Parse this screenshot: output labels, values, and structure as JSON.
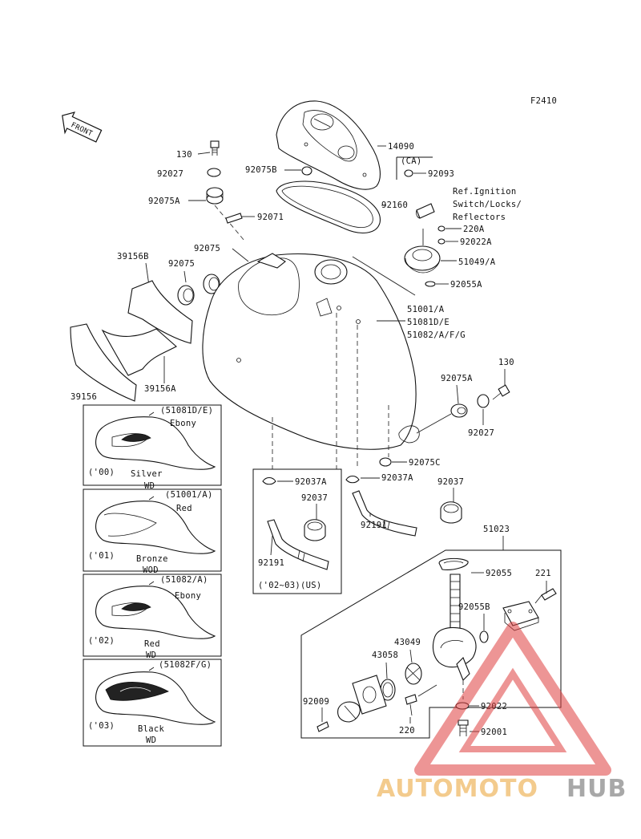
{
  "figure_id": "F2410",
  "front_label": "FRONT",
  "parts": {
    "p130a": "130",
    "p92027a": "92027",
    "p92075a": "92075A",
    "p92075b": "92075B",
    "p14090": "14090",
    "p_ca": "(CA)",
    "p92093": "92093",
    "p92160": "92160",
    "ref_line1": "Ref.Ignition",
    "ref_line2": "Switch/Locks/",
    "ref_line3": "Reflectors",
    "p220a": "220A",
    "p92022a": "92022A",
    "p51049": "51049/A",
    "p92055a": "92055A",
    "p92071": "92071",
    "p92075": "92075",
    "p92075_2": "92075",
    "p39156b": "39156B",
    "p39156a": "39156A",
    "p39156": "39156",
    "p51001": "51001/A",
    "p51081": "51081D/E",
    "p51082": "51082/A/F/G",
    "p92075a_2": "92075A",
    "p130b": "130",
    "p92027b": "92027",
    "p92075c": "92075C",
    "p92037a_1": "92037A",
    "p92037a_2": "92037A",
    "p92037_1": "92037",
    "p92037_2": "92037",
    "p92191_1": "92191",
    "p92191_2": "92191",
    "p_0203": "('02~03)(US)",
    "p51023": "51023",
    "p92055": "92055",
    "p221": "221",
    "p92055b": "92055B",
    "p43049": "43049",
    "p43058": "43058",
    "p92009": "92009",
    "p220": "220",
    "p92022": "92022",
    "p92001": "92001"
  },
  "variants": [
    {
      "code": "(51081D/E)",
      "color1": "Ebony",
      "color2": "Silver",
      "finish": "WD",
      "year": "('00)"
    },
    {
      "code": "(51001/A)",
      "color1": "Red",
      "color2": "Bronze",
      "finish": "WOD",
      "year": "('01)"
    },
    {
      "code": "(51082/A)",
      "color1": "Ebony",
      "color2": "Red",
      "finish": "WD",
      "year": "('02)"
    },
    {
      "code": "(51082F/G)",
      "color1": "",
      "color2": "Black",
      "finish": "WD",
      "year": "('03)"
    }
  ],
  "watermark": {
    "part1": "AUTOMOTO",
    "part2": "HUB",
    "color1": "#f2c27a",
    "color2": "#9a9a9a",
    "triangle_color": "#e04040"
  }
}
